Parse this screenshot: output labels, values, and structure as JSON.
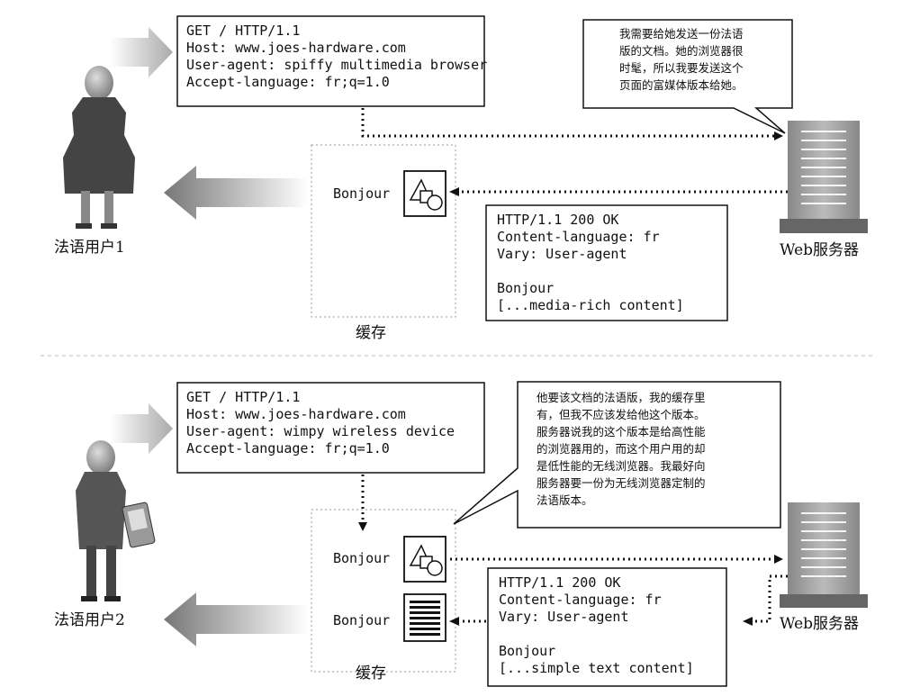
{
  "top": {
    "request_lines": [
      "GET / HTTP/1.1",
      "Host: www.joes-hardware.com",
      "User-agent: spiffy multimedia browser",
      "Accept-language: fr;q=1.0"
    ],
    "bubble_lines": [
      "我需要给她发送一份法语",
      "版的文档。她的浏览器很",
      "时髦，所以我要发送这个",
      "页面的富媒体版本给她。"
    ],
    "response_lines": [
      "HTTP/1.1 200 OK",
      "Content-language: fr",
      "Vary: User-agent",
      "",
      "Bonjour",
      "[...media-rich content]"
    ],
    "cache_item_label": "Bonjour",
    "cache_label": "缓存",
    "server_label": "Web服务器",
    "user_label": "法语用户1"
  },
  "bottom": {
    "request_lines": [
      "GET / HTTP/1.1",
      "Host: www.joes-hardware.com",
      "User-agent: wimpy wireless device",
      "Accept-language: fr;q=1.0"
    ],
    "bubble_lines": [
      "他要该文档的法语版，我的缓存里",
      "有，但我不应该发给他这个版本。",
      "服务器说我的这个版本是给高性能",
      "的浏览器用的，而这个用户用的却",
      "是低性能的无线浏览器。我最好向",
      "服务器要一份为无线浏览器定制的",
      "法语版本。"
    ],
    "response_lines": [
      "HTTP/1.1 200 OK",
      "Content-language: fr",
      "Vary: User-agent",
      "",
      "Bonjour",
      "[...simple text content]"
    ],
    "cache_item1_label": "Bonjour",
    "cache_item2_label": "Bonjour",
    "cache_label": "缓存",
    "server_label": "Web服务器",
    "user_label": "法语用户2"
  }
}
